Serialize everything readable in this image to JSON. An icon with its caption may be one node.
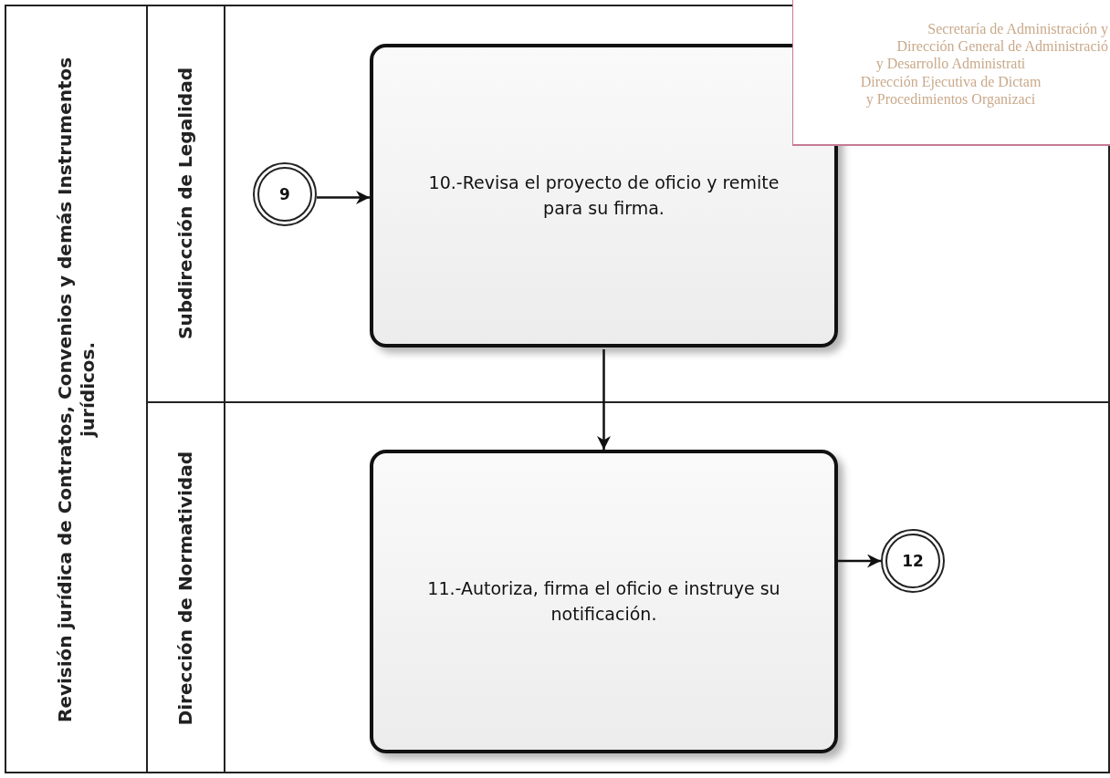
{
  "diagram": {
    "nodes": [
      {
        "text": [
          "Revisión jurídica de Contratos, Convenios y demás Instrumentos jurídicos."
        ]
      },
      {
        "text": [
          "Subdirección de Legalidad"
        ],
        "in": 0
      },
      {
        "text": [
          "Dirección de Normatividad"
        ],
        "in": 0
      },
      {
        "text": [
          "9"
        ],
        "in": 1
      },
      {
        "text": [
          "10.-Revisa el proyecto de oficio y remite para su firma."
        ],
        "in": 1
      },
      {
        "text": [
          "11.-Autoriza, firma el oficio e instruye su notificación."
        ],
        "in": 2
      },
      {
        "text": [
          "12"
        ],
        "in": 2
      }
    ],
    "edges": [
      {
        "from": 3,
        "to": 4,
        "arrow": "to"
      },
      {
        "from": 4,
        "to": 5,
        "arrow": "to"
      },
      {
        "from": 5,
        "to": 6,
        "arrow": "to"
      }
    ],
    "labels": [
      "Secretaría de Administración y",
      "Dirección General de Administració",
      "y Desarrollo Administrati",
      "Dirección Ejecutiva de Dictam",
      "y Procedimientos Organizaci"
    ]
  }
}
